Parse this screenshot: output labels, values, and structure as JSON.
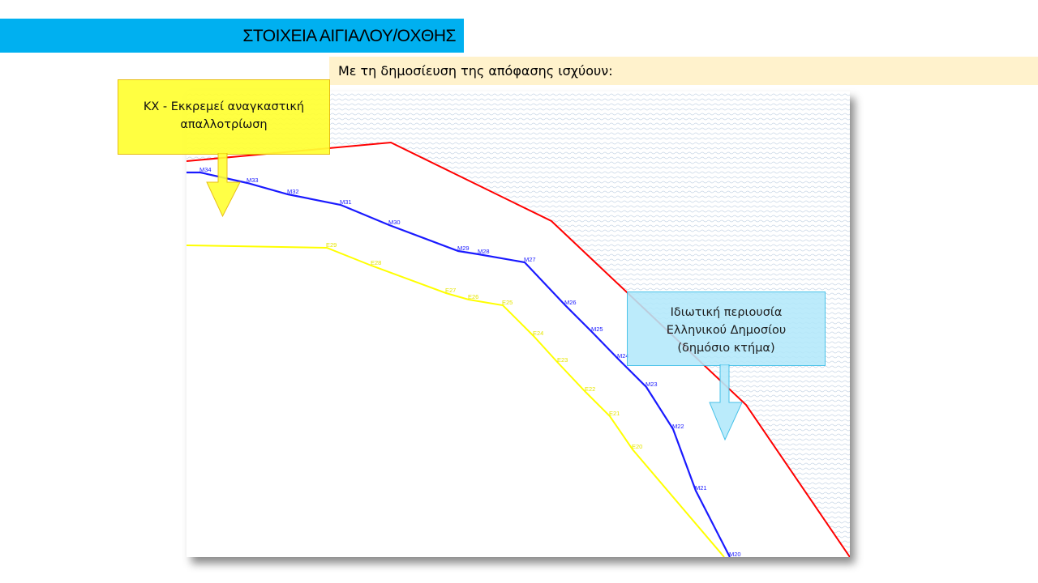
{
  "header": {
    "title": "ΣΤΟΙΧΕΙΑ ΑΙΓΙΑΛΟΥ/ΟΧΘΗΣ"
  },
  "subtitle": {
    "text": "Με τη δημοσίευση της απόφασης ισχύουν:"
  },
  "callouts": {
    "expropriation": {
      "line1": "ΚΧ - Εκκρεμεί αναγκαστική",
      "line2": "απαλλοτρίωση"
    },
    "public_property": {
      "line1": "Ιδιωτική περιουσία",
      "line2": "Ελληνικού Δημοσίου",
      "line3": "(δημόσιο κτήμα)"
    }
  },
  "diagram": {
    "colors": {
      "blue_line": "#1a1aff",
      "yellow_line": "#ffff00",
      "red_line": "#ff0000",
      "hatch": "#c8d6e6"
    },
    "blue_labels": [
      "M34",
      "M33",
      "M32",
      "M31",
      "M30",
      "M29",
      "M28",
      "M27",
      "M26",
      "M25",
      "M24",
      "M23",
      "M22",
      "M21",
      "M20"
    ],
    "yellow_labels": [
      "E29",
      "E28",
      "E27",
      "E26",
      "E25",
      "E24",
      "E23",
      "E22",
      "E21",
      "E20"
    ]
  }
}
